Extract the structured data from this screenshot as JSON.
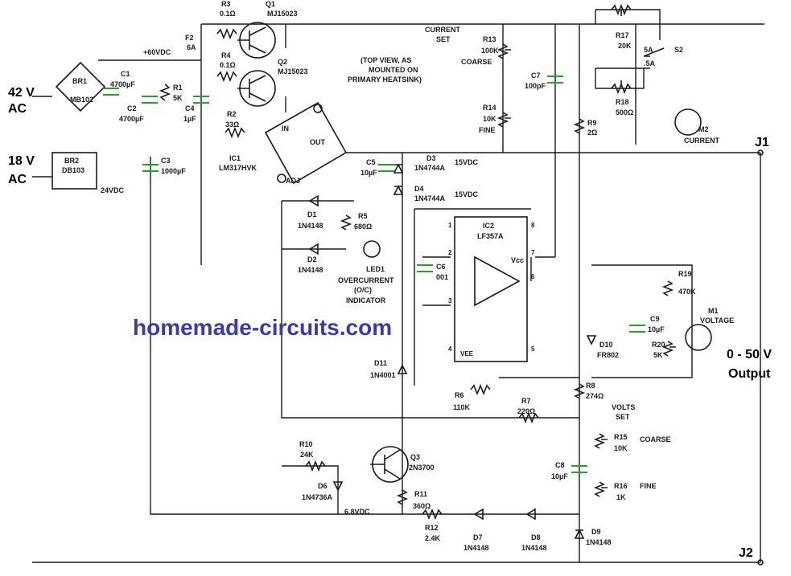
{
  "watermark": "homemade-circuits.com",
  "inputs": {
    "ac42": "42 V",
    "ac42_unit": "AC",
    "ac18": "18 V",
    "ac18_unit": "AC"
  },
  "output": {
    "range": "0 - 50 V",
    "label": "Output",
    "j1": "J1",
    "j2": "J2"
  },
  "rails": {
    "v60": "+60VDC",
    "v24": "24VDC",
    "v15a": "15VDC",
    "v15b": "15VDC",
    "v68": "6.8VDC"
  },
  "notes": {
    "top_view": "(TOP VIEW, AS",
    "top_view2": "MOUNTED ON",
    "top_view3": "PRIMARY HEATSINK)",
    "current_set": "CURRENT",
    "current_set2": "SET",
    "coarse": "COARSE",
    "fine": "FINE",
    "volts_set": "VOLTS",
    "volts_set2": "SET",
    "coarse2": "COARSE",
    "fine2": "FINE",
    "overcurrent": "OVERCURRENT",
    "oc": "(O/C)",
    "indicator": "INDICATOR"
  },
  "parts": {
    "br1": "BR1",
    "br1v": "MB102",
    "br2": "BR2",
    "br2v": "DB103",
    "c1": "C1",
    "c1v": "4700µF",
    "c2": "C2",
    "c2v": "4700µF",
    "r1": "R1",
    "r1v": "5K",
    "c4": "C4",
    "c4v": "1µF",
    "c3": "C3",
    "c3v": "1000µF",
    "f2": "F2",
    "f2v": "6A",
    "r3": "R3",
    "r3v": "0.1Ω",
    "q1": "Q1",
    "q1v": "MJ15023",
    "r4": "R4",
    "r4v": "0.1Ω",
    "q2": "Q2",
    "q2v": "MJ15023",
    "r2": "R2",
    "r2v": "33Ω",
    "ic1": "IC1",
    "ic1v": "LM317HVK",
    "in": "IN",
    "out": "OUT",
    "adj": "ADJ",
    "r13": "R13",
    "r13v": "100K",
    "c7": "C7",
    "c7v": "100pF",
    "r14": "R14",
    "r14v": "10K",
    "r17": "R17",
    "r17v": "20K",
    "s2": "S2",
    "s2a": "5A",
    "s2b": ".5A",
    "r18": "R18",
    "r18v": "500Ω",
    "m2": "M2",
    "m2v": "CURRENT",
    "r9": "R9",
    "r9v": "2Ω",
    "c5": "C5",
    "c5v": "10µF",
    "d3": "D3",
    "d3v": "1N4744A",
    "d4": "D4",
    "d4v": "1N4744A",
    "ic2": "IC2",
    "ic2v": "LF357A",
    "vcc": "Vcc",
    "vee": "VEE",
    "p1": "1",
    "p2": "2",
    "p3": "3",
    "p4": "4",
    "p5": "5",
    "p6": "6",
    "p7": "7",
    "p8": "8",
    "d1": "D1",
    "d1v": "1N4148",
    "d2": "D2",
    "d2v": "1N4148",
    "r5": "R5",
    "r5v": "680Ω",
    "led1": "LED1",
    "c6": "C6",
    "c6v": "001",
    "r19": "R19",
    "r19v": "470K",
    "c9": "C9",
    "c9v": "10µF",
    "m1": "M1",
    "m1v": "VOLTAGE",
    "r20": "R20",
    "r20v": "5K",
    "d10": "D10",
    "d10v": "FR802",
    "d11": "D11",
    "d11v": "1N4001",
    "r6": "R6",
    "r6v": "110K",
    "r7": "R7",
    "r7v": "220Ω",
    "r8": "R8",
    "r8v": "274Ω",
    "r15": "R15",
    "r15v": "10K",
    "c8": "C8",
    "c8v": "10µF",
    "r16": "R16",
    "r16v": "1K",
    "r10": "R10",
    "r10v": "24K",
    "q3": "Q3",
    "q3v": "2N3700",
    "d6": "D6",
    "d6v": "1N4736A",
    "r11": "R11",
    "r11v": "360Ω",
    "r12": "R12",
    "r12v": "2.4K",
    "d7": "D7",
    "d7v": "1N4148",
    "d8": "D8",
    "d8v": "1N4148",
    "d9": "D9",
    "d9v": "1N4148"
  }
}
